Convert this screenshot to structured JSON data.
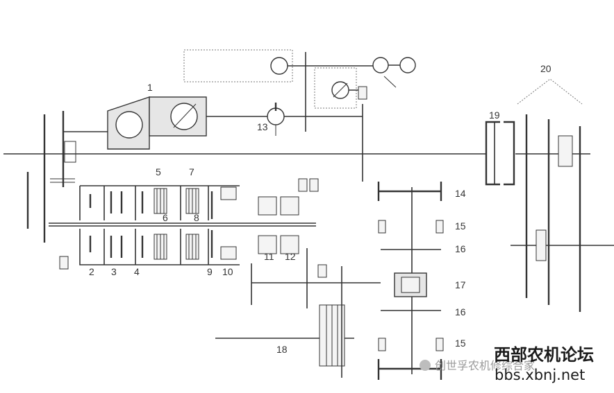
{
  "diagram": {
    "callouts": [
      "1",
      "2",
      "3",
      "4",
      "5",
      "6",
      "7",
      "8",
      "9",
      "10",
      "11",
      "12",
      "13",
      "14",
      "15",
      "15",
      "16",
      "16",
      "17",
      "18",
      "19",
      "20"
    ],
    "watermark": {
      "site_name": "西部农机论坛",
      "site_url": "bbs.xbnj.net",
      "wechat_account": "创世孚农机修综合家"
    }
  },
  "colors": {
    "line": "#333333",
    "fill": "#e6e6e6",
    "background": "#ffffff"
  }
}
